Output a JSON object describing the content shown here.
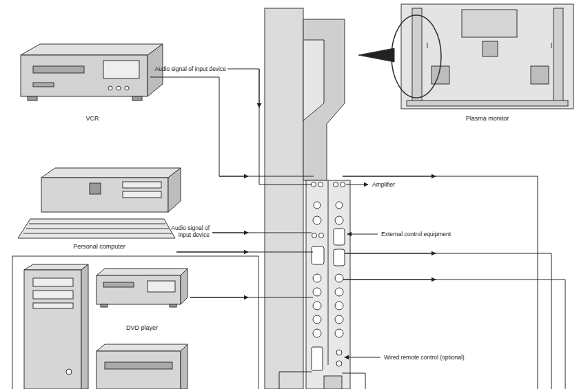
{
  "diagram": {
    "nodes": [
      {
        "text": [
          "VCR"
        ]
      },
      {
        "text": [
          "Personal computer"
        ]
      },
      {
        "text": [
          "DVD player"
        ]
      },
      {
        "text": [
          "Plasma monitor"
        ]
      }
    ],
    "labels": [
      "Audio signal of input device",
      "Amplifier",
      "Audio signal of input device",
      "External control equipment",
      "Wired remote control (optional)"
    ]
  }
}
